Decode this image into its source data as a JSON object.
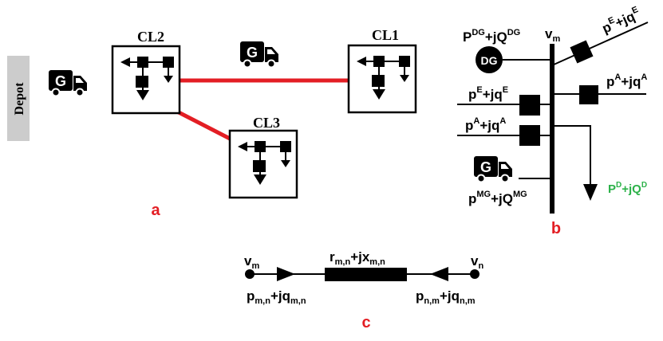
{
  "depot": {
    "label": "Depot",
    "truck_letter": "G"
  },
  "panel_a": {
    "label": "a",
    "clusters": {
      "cl1": "CL1",
      "cl2": "CL2",
      "cl3": "CL3"
    },
    "truck_letter": "G"
  },
  "panel_b": {
    "label": "b",
    "bus": {
      "v": "v",
      "sub": "m"
    },
    "dg": {
      "circle": "DG",
      "P": "P",
      "Psup": "DG",
      "jQ": "+jQ",
      "Qsup": "DG"
    },
    "e_top": {
      "p": "p",
      "psup": "E",
      "jq": "+jq",
      "qsup": "E"
    },
    "a_right": {
      "p": "p",
      "psup": "A",
      "jq": "+jq",
      "qsup": "A"
    },
    "e_left": {
      "p": "p",
      "psup": "E",
      "jq": "+jq",
      "qsup": "E"
    },
    "a_left": {
      "p": "p",
      "psup": "A",
      "jq": "+jq",
      "qsup": "A"
    },
    "mg": {
      "truck_letter": "G",
      "p": "p",
      "psup": "MG",
      "jQ": "+jQ",
      "Qsup": "MG"
    },
    "demand": {
      "P": "P",
      "Psup": "D",
      "jQ": "+jQ",
      "Qsup": "D",
      "color": "#2db24a"
    }
  },
  "panel_c": {
    "label": "c",
    "vm": {
      "v": "v",
      "sub": "m"
    },
    "vn": {
      "v": "v",
      "sub": "n"
    },
    "impedance": {
      "r": "r",
      "rsub": "m,n",
      "jx": "+jx",
      "xsub": "m,n"
    },
    "flow_mn": {
      "p": "p",
      "psub": "m,n",
      "jq": "+jq",
      "qsub": "m,n"
    },
    "flow_nm": {
      "p": "p",
      "psub": "n,m",
      "jq": "+jq",
      "qsub": "n,m"
    }
  },
  "colors": {
    "line": "#e31e24",
    "label": "#e31e24",
    "ink": "#000000",
    "depot_bg": "#cccccc"
  }
}
